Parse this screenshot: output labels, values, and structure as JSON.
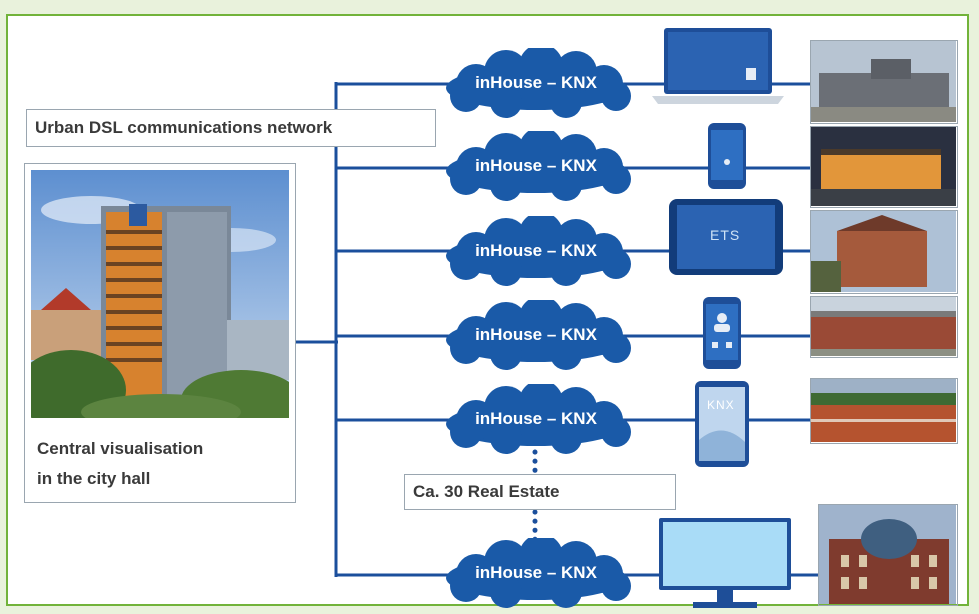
{
  "diagram": {
    "network_label": "Urban DSL communications network",
    "central_lines": [
      "Central visualisation",
      "in the city hall"
    ],
    "estate_label": "Ca. 30 Real Estate",
    "nodes": [
      {
        "cloud": "inHouse – KNX",
        "device_icon": "laptop-icon"
      },
      {
        "cloud": "inHouse – KNX",
        "device_icon": "smartphone-icon"
      },
      {
        "cloud": "inHouse – KNX",
        "device_icon": "tablet-icon",
        "device_text": "ETS"
      },
      {
        "cloud": "inHouse – KNX",
        "device_icon": "smartphone-intercom-icon"
      },
      {
        "cloud": "inHouse – KNX",
        "device_icon": "knx-panel-icon",
        "device_text": "KNX"
      },
      {
        "cloud": "inHouse – KNX",
        "device_icon": "monitor-icon"
      }
    ],
    "colors": {
      "wire": "#1b4f9c",
      "cloud": "#1a5aa8",
      "frame": "#72b33a",
      "background": "#e9f2dc"
    }
  }
}
